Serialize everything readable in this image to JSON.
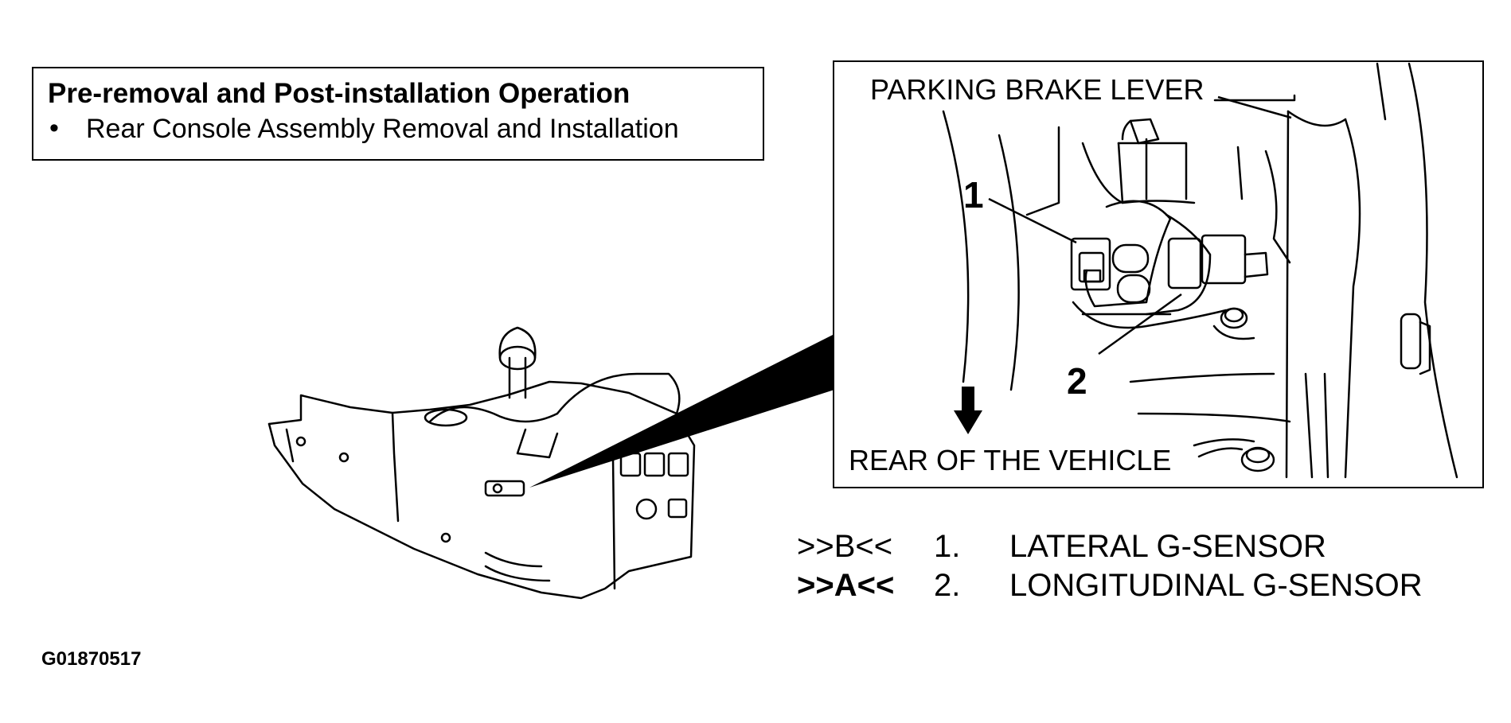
{
  "prerequisite": {
    "title": "Pre-removal and Post-installation Operation",
    "bullet": "•",
    "items": [
      "Rear Console Assembly Removal and Installation"
    ]
  },
  "detail": {
    "parking_brake_label": "PARKING BRAKE LEVER",
    "rear_label": "REAR OF THE VEHICLE",
    "callout_1": "1",
    "callout_2": "2"
  },
  "legend": [
    {
      "step": ">>B<<",
      "num": "1.",
      "text": "LATERAL G-SENSOR"
    },
    {
      "step": ">>A<<",
      "num": "2.",
      "text": "LONGITUDINAL G-SENSOR"
    }
  ],
  "figure_code": "G01870517"
}
